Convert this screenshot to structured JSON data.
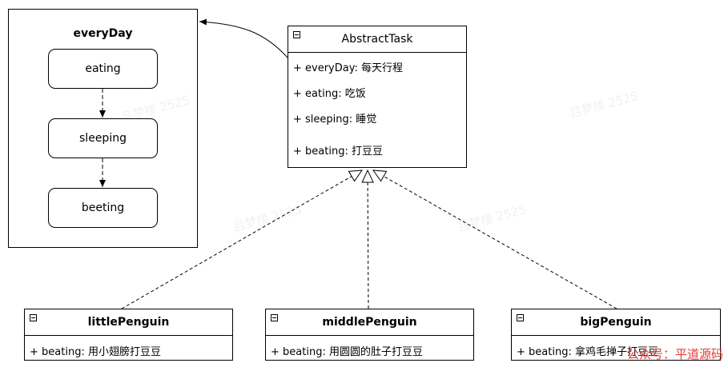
{
  "everyday": {
    "title": "everyDay",
    "states": [
      "eating",
      "sleeping",
      "beeting"
    ]
  },
  "abstract": {
    "name": "AbstractTask",
    "attrs": [
      "+ everyDay: 每天行程",
      "+ eating: 吃饭",
      "+ sleeping: 睡觉",
      "+ beating: 打豆豆"
    ]
  },
  "little": {
    "name": "littlePenguin",
    "attr": "+ beating: 用小翅膀打豆豆"
  },
  "middle": {
    "name": "middlePenguin",
    "attr": "+ beating: 用圆圆的肚子打豆豆"
  },
  "big": {
    "name": "bigPenguin",
    "attr": "+ beating: 拿鸡毛掸子打豆豆"
  },
  "watermark": {
    "text": "吕梦楼 2525"
  },
  "overlay": {
    "text": "公众号：平道源码",
    "color": "#e53935"
  }
}
